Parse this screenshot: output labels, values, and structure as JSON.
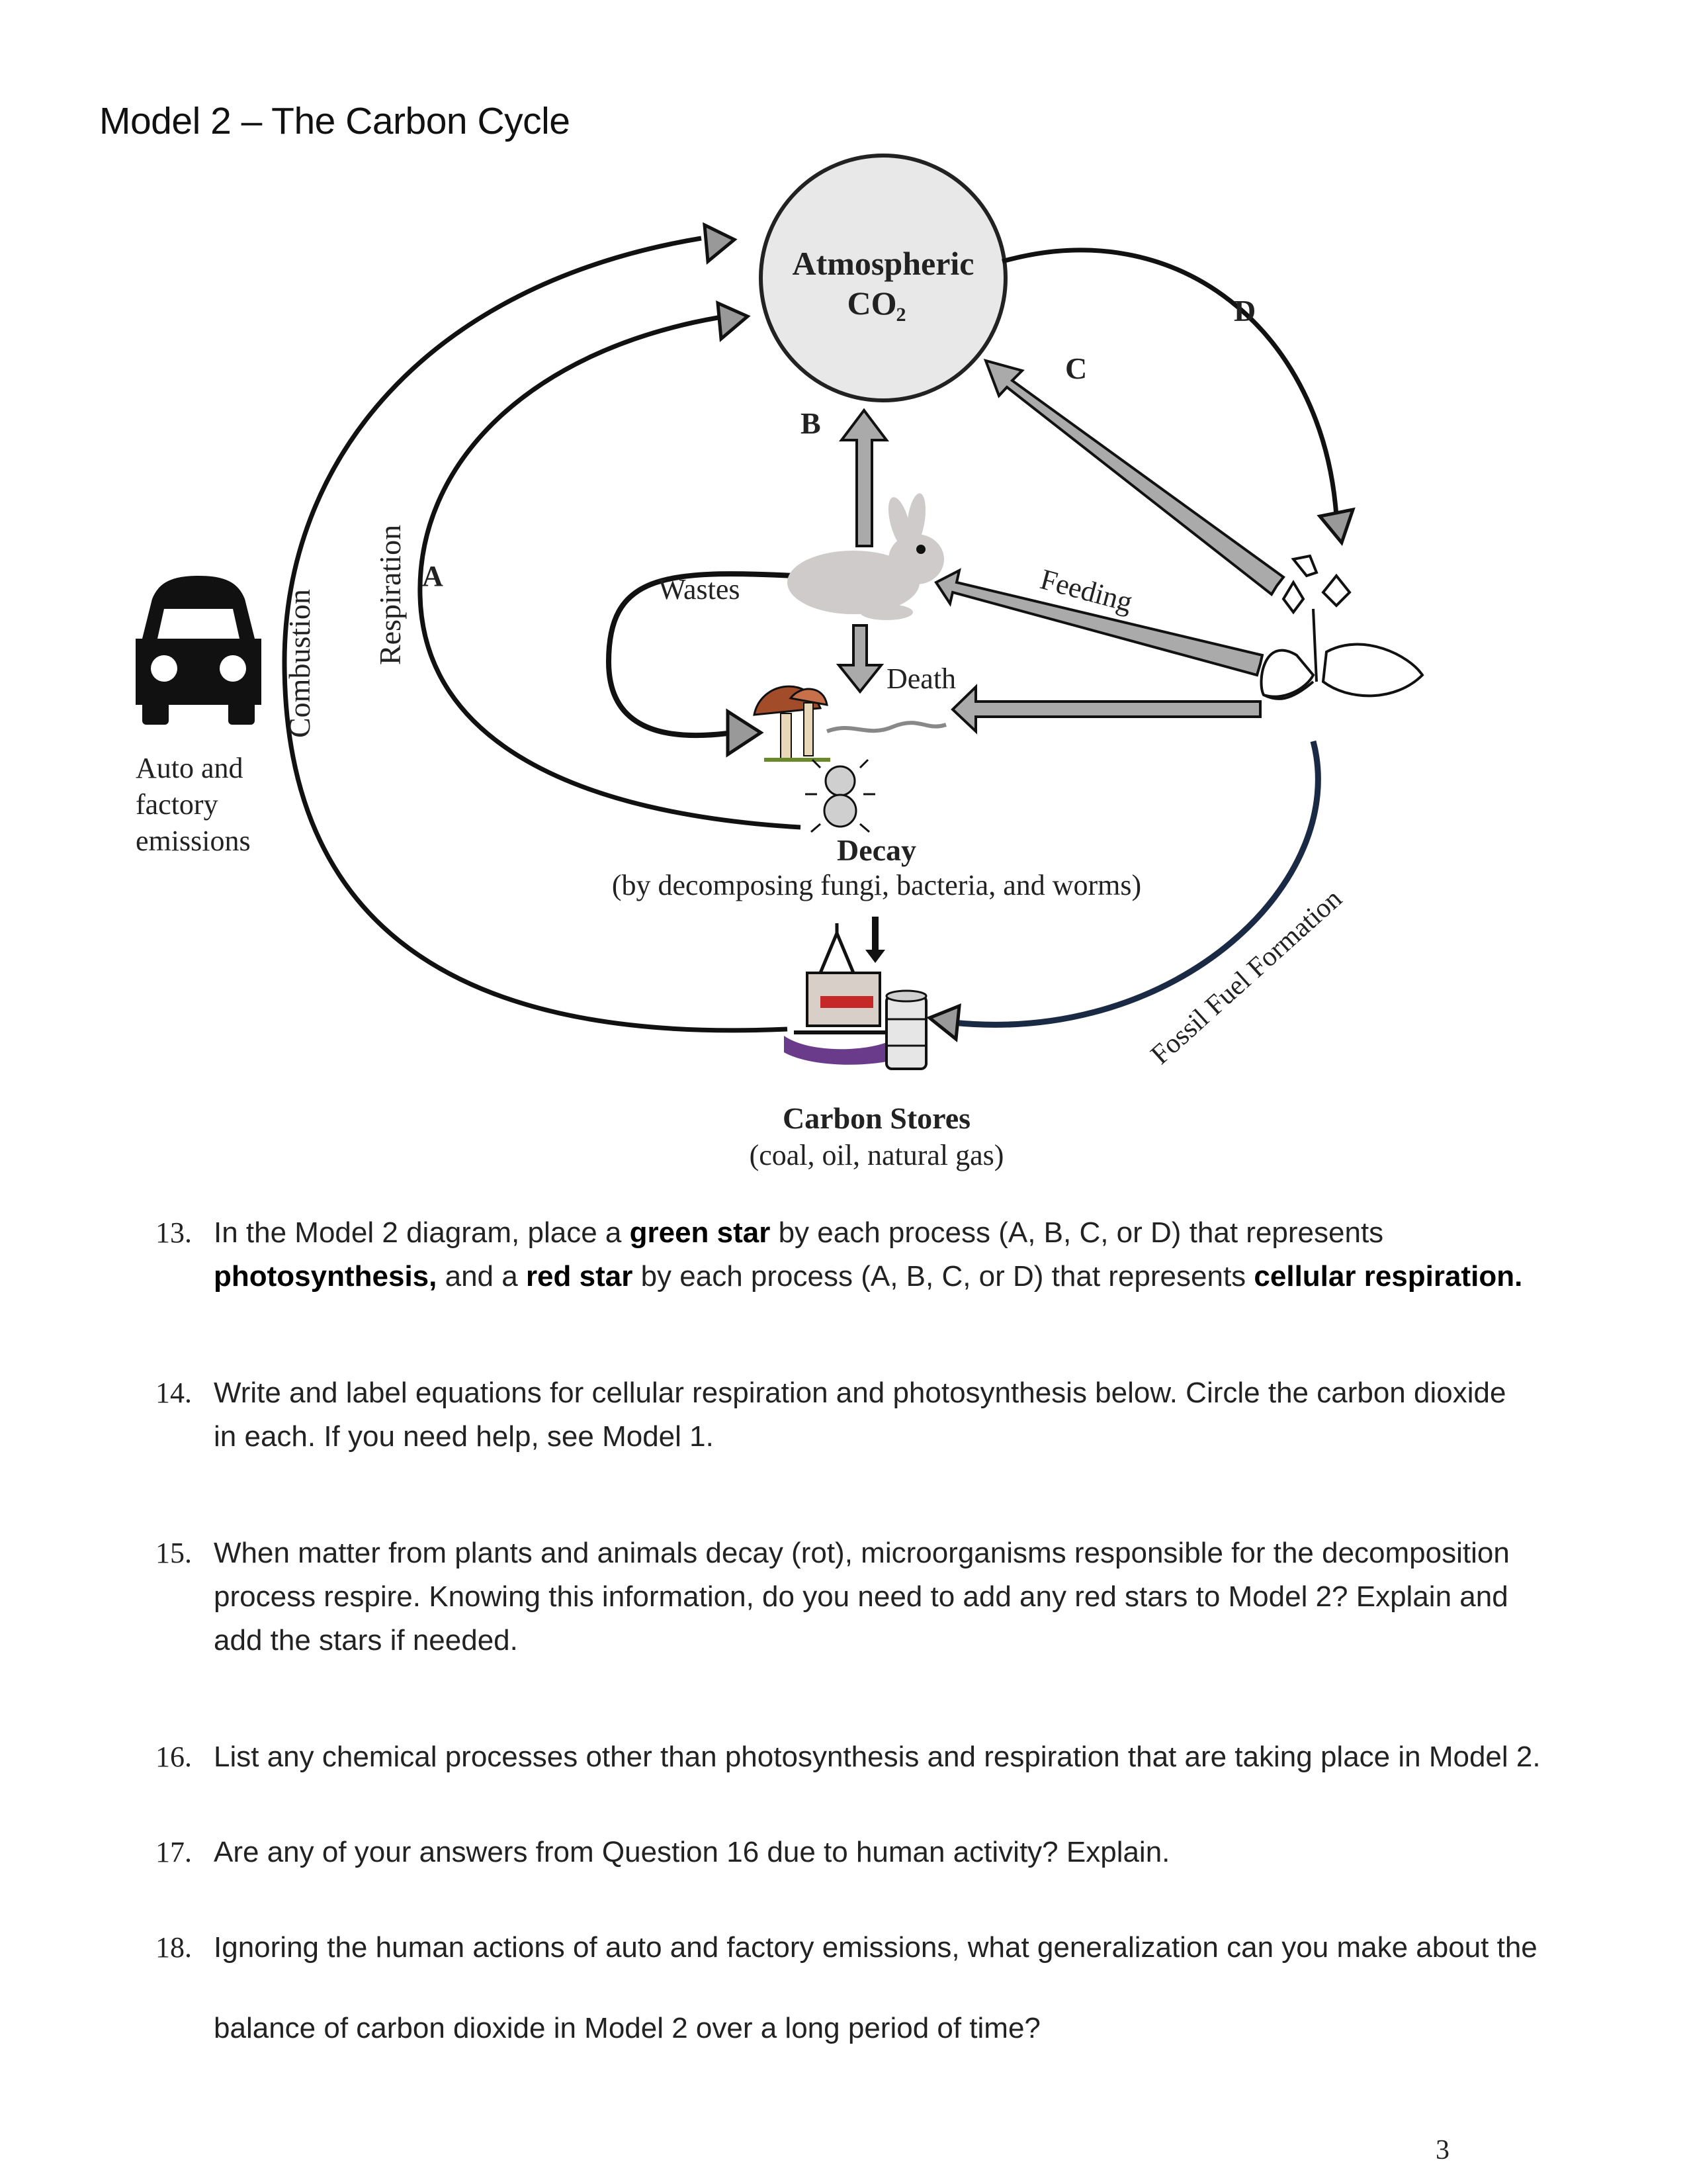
{
  "page": {
    "title": "Model 2 – The Carbon Cycle",
    "page_number": "3"
  },
  "diagram": {
    "atmosphere": {
      "line1": "Atmospheric",
      "line2": "CO",
      "sub": "2"
    },
    "labels": {
      "a": "A",
      "b": "B",
      "c": "C",
      "d": "D",
      "combustion": "Combustion",
      "respiration": "Respiration",
      "wastes": "Wastes",
      "feeding": "Feeding",
      "death": "Death",
      "decay": "Decay",
      "decay_sub": "(by decomposing fungi, bacteria, and worms)",
      "fossil": "Fossil Fuel Formation",
      "stores": "Carbon Stores",
      "stores_sub": "(coal, oil, natural gas)",
      "emissions_1": "Auto and",
      "emissions_2": "factory",
      "emissions_3": "emissions"
    }
  },
  "questions": [
    {
      "num": "13.",
      "parts": [
        {
          "t": "In the Model 2 diagram, place a ",
          "b": false
        },
        {
          "t": "green star",
          "b": true
        },
        {
          "t": " by each process (A, B, C, or D) that represents",
          "b": false
        }
      ],
      "parts2": [
        {
          "t": "photosynthesis,",
          "b": true
        },
        {
          "t": " and a ",
          "b": false
        },
        {
          "t": "red star",
          "b": true
        },
        {
          "t": " by each process (A, B, C, or D) that represents ",
          "b": false
        },
        {
          "t": "cellular respiration.",
          "b": true
        }
      ]
    },
    {
      "num": "14.",
      "line1": "Write and label equations for cellular respiration and photosynthesis below. Circle the carbon dioxide",
      "line2": "in each. If you need help, see Model 1."
    },
    {
      "num": "15.",
      "line1": "When matter from plants and animals decay (rot), microorganisms responsible for the decomposition",
      "line2": "process respire. Knowing this information, do you need to add any red stars to Model 2? Explain and",
      "line3": "add the stars if needed."
    },
    {
      "num": "16.",
      "line1": "List any chemical processes other than photosynthesis and respiration that are taking place in Model 2."
    },
    {
      "num": "17.",
      "line1": "Are any of your answers from Question 16 due to human activity? Explain."
    },
    {
      "num": "18.",
      "line1": "Ignoring the human actions of auto and factory emissions, what generalization can you make about the",
      "line2": "balance of carbon dioxide in Model 2 over a long period of time?"
    }
  ]
}
